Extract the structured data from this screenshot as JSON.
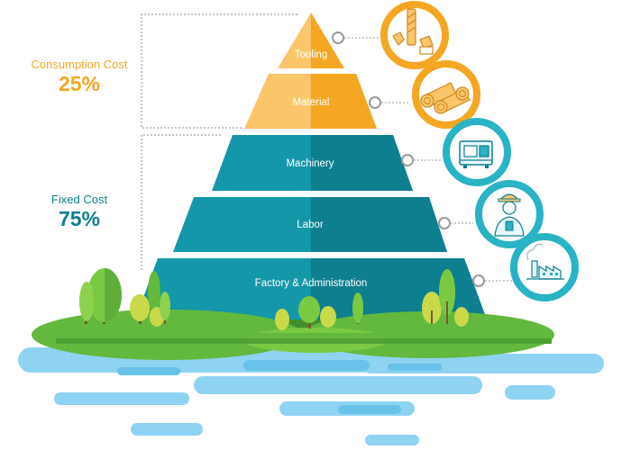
{
  "colors": {
    "orange": "#f5a623",
    "orange_light": "#fbc56a",
    "teal": "#1497a8",
    "teal_dark": "#0e7f8e",
    "cyan_ring": "#29b3c4",
    "grass": "#62b93e",
    "grass_dark": "#3f8f2c",
    "water": "#8fd3f2",
    "water_dark": "#69c2ea"
  },
  "cost_groups": [
    {
      "label": "Consumption Cost",
      "percent": "25%",
      "color": "#f5a623"
    },
    {
      "label": "Fixed Cost",
      "percent": "75%",
      "color": "#0e7f8e"
    }
  ],
  "pyramid": {
    "tiers": [
      {
        "label": "Tooling",
        "group": "consumption",
        "icon": "tooling-icon"
      },
      {
        "label": "Material",
        "group": "consumption",
        "icon": "material-bars-icon"
      },
      {
        "label": "Machinery",
        "group": "fixed",
        "icon": "machinery-icon"
      },
      {
        "label": "Labor",
        "group": "fixed",
        "icon": "worker-icon"
      },
      {
        "label": "Factory & Administration",
        "group": "fixed",
        "icon": "factory-icon"
      }
    ]
  }
}
